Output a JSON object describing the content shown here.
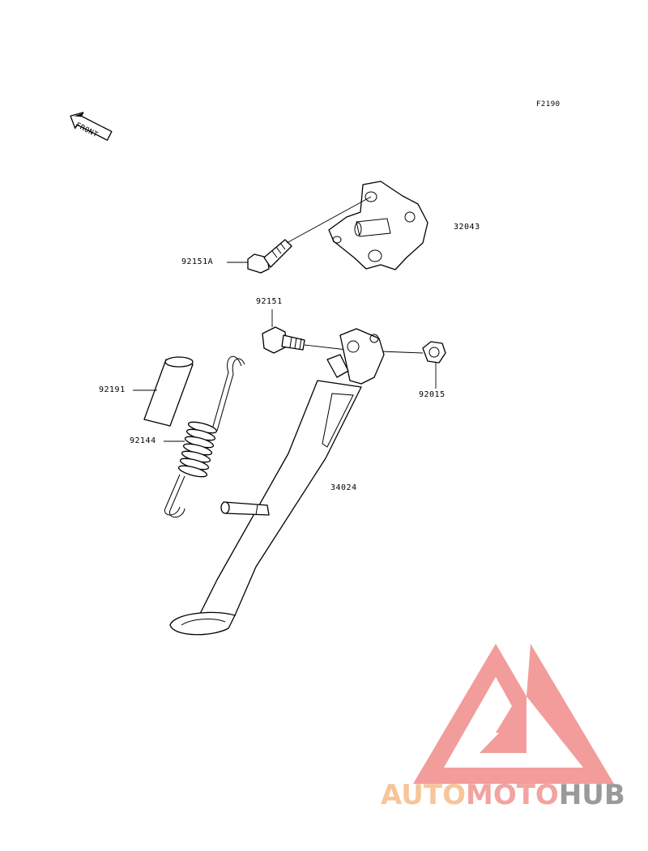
{
  "figure_code": "F2190",
  "front_marker": {
    "text": "FRONT",
    "icon": "front-arrow-icon"
  },
  "parts": [
    {
      "number": "32043",
      "name": "bracket"
    },
    {
      "number": "92151A",
      "name": "bolt"
    },
    {
      "number": "92151",
      "name": "bolt"
    },
    {
      "number": "92015",
      "name": "nut"
    },
    {
      "number": "92191",
      "name": "collar"
    },
    {
      "number": "92144",
      "name": "spring"
    },
    {
      "number": "34024",
      "name": "stand"
    }
  ],
  "watermark": {
    "brand_part1": "AUTO",
    "brand_part2": "MOTO",
    "brand_part3": "HUB",
    "color_part1": "#f7c59a",
    "color_part2": "#f3a3a0",
    "color_part3": "#9a9a9a",
    "logo_color": "#f08d8a"
  }
}
